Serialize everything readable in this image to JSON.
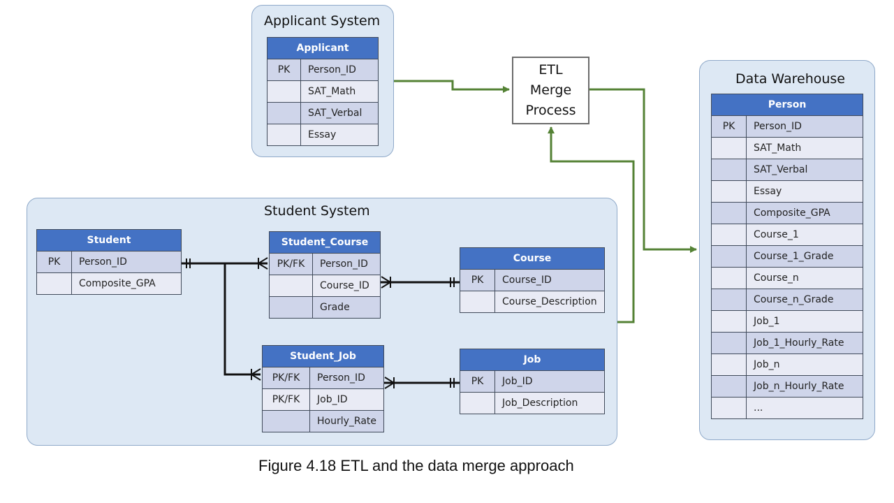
{
  "applicant_system": {
    "title": "Applicant System",
    "table": {
      "name": "Applicant",
      "rows": [
        {
          "key": "PK",
          "field": "Person_ID"
        },
        {
          "key": "",
          "field": "SAT_Math"
        },
        {
          "key": "",
          "field": "SAT_Verbal"
        },
        {
          "key": "",
          "field": "Essay"
        }
      ]
    }
  },
  "etl_process": {
    "lines": [
      "ETL",
      "Merge",
      "Process"
    ]
  },
  "data_warehouse": {
    "title": "Data Warehouse",
    "table": {
      "name": "Person",
      "rows": [
        {
          "key": "PK",
          "field": "Person_ID"
        },
        {
          "key": "",
          "field": "SAT_Math"
        },
        {
          "key": "",
          "field": "SAT_Verbal"
        },
        {
          "key": "",
          "field": "Essay"
        },
        {
          "key": "",
          "field": "Composite_GPA"
        },
        {
          "key": "",
          "field": "Course_1"
        },
        {
          "key": "",
          "field": "Course_1_Grade"
        },
        {
          "key": "",
          "field": "Course_n"
        },
        {
          "key": "",
          "field": "Course_n_Grade"
        },
        {
          "key": "",
          "field": "Job_1"
        },
        {
          "key": "",
          "field": "Job_1_Hourly_Rate"
        },
        {
          "key": "",
          "field": "Job_n"
        },
        {
          "key": "",
          "field": "Job_n_Hourly_Rate"
        },
        {
          "key": "",
          "field": "..."
        }
      ]
    }
  },
  "student_system": {
    "title": "Student System",
    "student": {
      "name": "Student",
      "rows": [
        {
          "key": "PK",
          "field": "Person_ID"
        },
        {
          "key": "",
          "field": "Composite_GPA"
        }
      ]
    },
    "student_course": {
      "name": "Student_Course",
      "rows": [
        {
          "key": "PK/FK",
          "field": "Person_ID"
        },
        {
          "key": "",
          "field": "Course_ID"
        },
        {
          "key": "",
          "field": "Grade"
        }
      ]
    },
    "course": {
      "name": "Course",
      "rows": [
        {
          "key": "PK",
          "field": "Course_ID"
        },
        {
          "key": "",
          "field": "Course_Description"
        }
      ]
    },
    "student_job": {
      "name": "Student_Job",
      "rows": [
        {
          "key": "PK/FK",
          "field": "Person_ID"
        },
        {
          "key": "PK/FK",
          "field": "Job_ID"
        },
        {
          "key": "",
          "field": "Hourly_Rate"
        }
      ]
    },
    "job": {
      "name": "Job",
      "rows": [
        {
          "key": "PK",
          "field": "Job_ID"
        },
        {
          "key": "",
          "field": "Job_Description"
        }
      ]
    }
  },
  "caption": "Figure 4.18 ETL and the data merge approach",
  "colors": {
    "header_blue": "#4472c4",
    "system_fill": "#dde8f4",
    "flow_green": "#548235"
  }
}
